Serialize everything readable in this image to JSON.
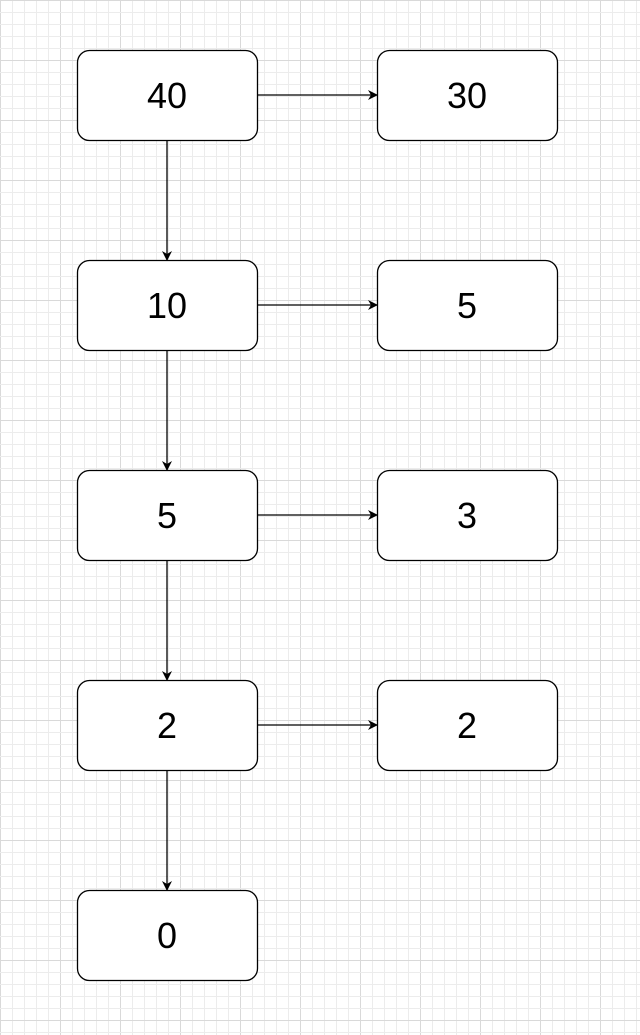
{
  "diagram": {
    "nodes": [
      {
        "id": "n40",
        "label": "40"
      },
      {
        "id": "r30",
        "label": "30"
      },
      {
        "id": "n10",
        "label": "10"
      },
      {
        "id": "r5a",
        "label": "5"
      },
      {
        "id": "n5",
        "label": "5"
      },
      {
        "id": "r3",
        "label": "3"
      },
      {
        "id": "n2",
        "label": "2"
      },
      {
        "id": "r2",
        "label": "2"
      },
      {
        "id": "n0",
        "label": "0"
      }
    ],
    "edges": [
      {
        "from": "n40",
        "to": "r30"
      },
      {
        "from": "n40",
        "to": "n10"
      },
      {
        "from": "n10",
        "to": "r5a"
      },
      {
        "from": "n10",
        "to": "n5"
      },
      {
        "from": "n5",
        "to": "r3"
      },
      {
        "from": "n5",
        "to": "n2"
      },
      {
        "from": "n2",
        "to": "r2"
      },
      {
        "from": "n2",
        "to": "n0"
      }
    ],
    "colors": {
      "background": "#ffffff",
      "grid_minor": "#ececec",
      "grid_major": "#d9d9d9",
      "stroke": "#000000",
      "node_fill": "#ffffff"
    }
  }
}
